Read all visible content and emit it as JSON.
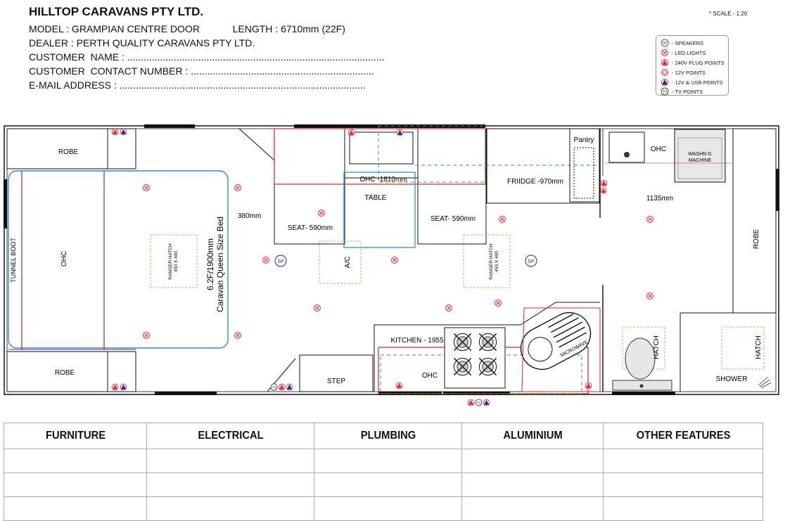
{
  "header": {
    "company": "HILLTOP CARAVANS PTY LTD.",
    "model_line": "MODEL : GRAMPIAN CENTRE DOOR            LENGTH : 6710mm (22F)",
    "dealer_line": "DEALER : PERTH QUALITY CARAVANS PTY LTD.",
    "customer_name_line": "CUSTOMER  NAME : ..............................................................................................",
    "customer_contact_line": "CUSTOMER  CONTACT NUMBER : ...................................................................",
    "email_line": "E-MAIL ADDRESS : ..........................................................................................",
    "scale": "* SCALE - 1:20"
  },
  "legend": {
    "items": [
      {
        "icon": "speaker-icon",
        "label": "- SPEAKERS"
      },
      {
        "icon": "led-light-icon",
        "label": "- LED LIGHTS"
      },
      {
        "icon": "240v-plug-point-icon",
        "label": "- 240V PLUG POINTS"
      },
      {
        "icon": "12v-point-icon",
        "label": "- 12V POINTS"
      },
      {
        "icon": "12v-usb-point-icon",
        "label": "- 12V & USB POINTS"
      },
      {
        "icon": "tv-point-icon",
        "label": "- TV POINTS"
      }
    ],
    "sp_symbol": "SP",
    "tv_symbol": "TV"
  },
  "plan": {
    "robe_top_left": "ROBE",
    "robe_bottom_left": "ROBE",
    "tunnel_boot": "TUNNEL BOOT",
    "ohc_bed": "OHC",
    "bed_label_1": "6.2F/1900mm",
    "bed_label_2": "Caravan Queen Size Bed",
    "ranger_hatch_label": "RANGER HATCH",
    "ranger_hatch_size": "450 X 400",
    "dim_380": "380mm",
    "seat_left": "SEAT- 590mm",
    "seat_right": "SEAT- 590mm",
    "ohc_dinette": "OHC -1810mm",
    "table": "TABLE",
    "ac": "A/C",
    "fridge": "FRIIDGE -970mm",
    "pantry": "Pantry",
    "ohc_bath": "OHC",
    "washing_machine_1": "WASHN G",
    "washing_machine_2": "MACHINE",
    "dim_1135": "1135mm",
    "robe_right": "ROBE",
    "kitchen": "KITCHEN - 1955",
    "ohc_kitchen": "OHC",
    "microwave": "MICROWAVE",
    "step": "STEP",
    "hatch_toilet": "HATCH",
    "hatch_shower": "HATCH",
    "shower": "SHOWER",
    "sp": "SP",
    "tv": "TV"
  },
  "colors": {
    "led": "#e8283a",
    "outline": "#111111",
    "bed_blue": "#2a8fd6",
    "purple": "#7a2a8a",
    "orange_hatch": "#f0a050",
    "green_dash": "#2aa65a",
    "red_line": "#e02020",
    "navy": "#2a2a8a"
  },
  "spec_table": {
    "headers": [
      "FURNITURE",
      "ELECTRICAL",
      "PLUMBING",
      "ALUMINIUM",
      "OTHER FEATURES"
    ],
    "rows": [
      [
        "",
        "",
        "",
        "",
        ""
      ],
      [
        "",
        "",
        "",
        "",
        ""
      ],
      [
        "",
        "",
        "",
        "",
        ""
      ]
    ]
  }
}
